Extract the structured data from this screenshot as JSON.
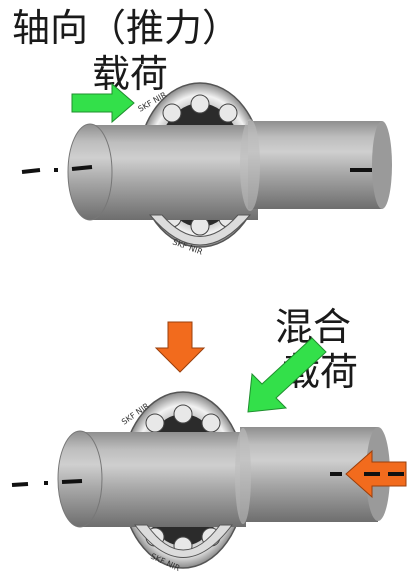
{
  "diagram": {
    "top": {
      "title": "轴向（推力）",
      "subtitle": "载荷"
    },
    "bottom": {
      "title_line1": "混合",
      "title_line2": "载荷"
    },
    "bearing_text": "SKF NIR",
    "colors": {
      "shaft_light": "#d2d2d2",
      "shaft_mid": "#a9a9a9",
      "shaft_dark": "#6f6f6f",
      "green_arrow": "#33e04a",
      "orange_arrow": "#f26b1d",
      "bearing_ring": "#e6e6e6",
      "bearing_dark": "#2a2a2a"
    }
  }
}
